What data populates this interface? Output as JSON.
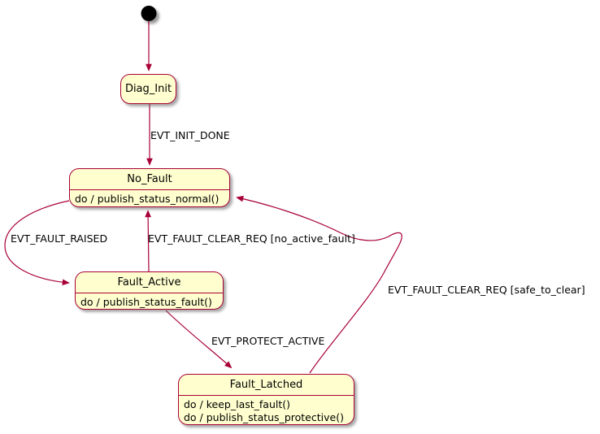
{
  "diagram": {
    "type": "uml-state-machine",
    "colors": {
      "background": "#ffffff",
      "state_fill": "#FEFECE",
      "state_border": "#A80036",
      "arrow": "#A80036",
      "text": "#000000",
      "initial_dot": "#000000"
    },
    "initial_state": {
      "name": "initial-pseudostate"
    },
    "states": {
      "diag_init": {
        "title": "Diag_Init",
        "activities": []
      },
      "no_fault": {
        "title": "No_Fault",
        "activities": [
          "do / publish_status_normal()"
        ]
      },
      "fault_active": {
        "title": "Fault_Active",
        "activities": [
          "do / publish_status_fault()"
        ]
      },
      "fault_latched": {
        "title": "Fault_Latched",
        "activities": [
          "do / keep_last_fault()",
          "do / publish_status_protective()"
        ]
      }
    },
    "transitions": {
      "init_done": {
        "label": "EVT_INIT_DONE",
        "from": "Diag_Init",
        "to": "No_Fault"
      },
      "fault_raised": {
        "label": "EVT_FAULT_RAISED",
        "from": "No_Fault",
        "to": "Fault_Active"
      },
      "clear_no_active": {
        "label": "EVT_FAULT_CLEAR_REQ [no_active_fault]",
        "from": "Fault_Active",
        "to": "No_Fault"
      },
      "protect_active": {
        "label": "EVT_PROTECT_ACTIVE",
        "from": "Fault_Active",
        "to": "Fault_Latched"
      },
      "clear_safe": {
        "label": "EVT_FAULT_CLEAR_REQ [safe_to_clear]",
        "from": "Fault_Latched",
        "to": "No_Fault"
      }
    }
  }
}
